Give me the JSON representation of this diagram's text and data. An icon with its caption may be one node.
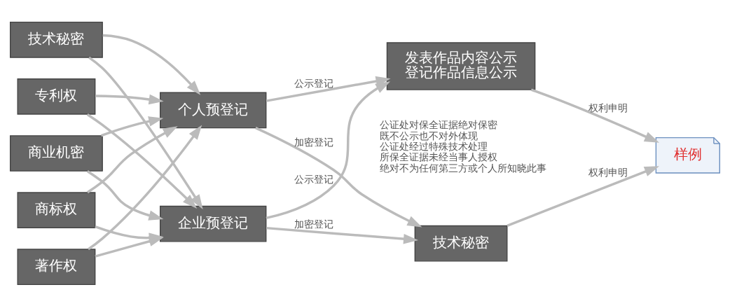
{
  "diagram": {
    "nodes": [
      {
        "text": [
          "技术秘密"
        ]
      },
      {
        "text": [
          "商业机密"
        ]
      },
      {
        "text": [
          "专利权"
        ]
      },
      {
        "text": [
          "著作权"
        ]
      },
      {
        "text": [
          "商标权"
        ]
      },
      {
        "text": [
          "个人预登记"
        ]
      },
      {
        "text": [
          "企业预登记"
        ]
      },
      {
        "text": [
          "技术秘密"
        ],
        "beside": [
          "公证处对保全证据绝对保密",
          "既不公示也不对外体现",
          "公证处经过特殊技术处理",
          "所保全证据未经当事人授权",
          "绝对不为任何第三方或个人所知晓此事"
        ]
      },
      {
        "text": [
          "发表作品内容公示",
          "登记作品信息公示"
        ]
      },
      {
        "text": [
          "样例"
        ]
      }
    ],
    "edges": [
      {
        "from": 0,
        "to": 5,
        "arrow": "to"
      },
      {
        "from": 0,
        "to": 6,
        "arrow": "to"
      },
      {
        "from": 1,
        "to": 5,
        "arrow": "to"
      },
      {
        "from": 1,
        "to": 6,
        "arrow": "to"
      },
      {
        "from": 2,
        "to": 5,
        "arrow": "to"
      },
      {
        "from": 2,
        "to": 6,
        "arrow": "to"
      },
      {
        "from": 3,
        "to": 5,
        "arrow": "to"
      },
      {
        "from": 3,
        "to": 6,
        "arrow": "to"
      },
      {
        "from": 4,
        "to": 5,
        "arrow": "to"
      },
      {
        "from": 4,
        "to": 6,
        "arrow": "to"
      },
      {
        "from": 5,
        "to": 7,
        "arrow": "to",
        "label": "加密登记"
      },
      {
        "from": 6,
        "to": 7,
        "arrow": "to",
        "label": "加密登记"
      },
      {
        "from": 5,
        "to": 8,
        "arrow": "to",
        "label": "公示登记"
      },
      {
        "from": 6,
        "to": 8,
        "arrow": "to",
        "label": "公示登记"
      },
      {
        "from": 7,
        "to": 9,
        "arrow": "to",
        "label": "权利申明"
      },
      {
        "from": 8,
        "to": 9,
        "arrow": "to",
        "label": "权利申明"
      }
    ]
  }
}
